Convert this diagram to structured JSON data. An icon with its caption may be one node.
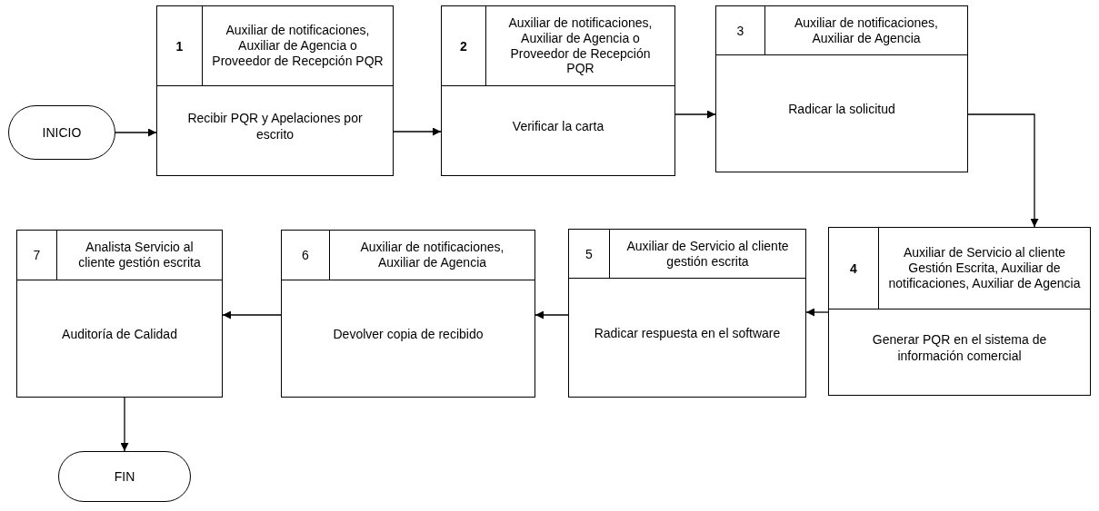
{
  "diagram": {
    "nodes": [
      {
        "text": [
          "INICIO"
        ]
      },
      {
        "text": [
          "1",
          "Auxiliar de notificaciones, Auxiliar de Agencia o Proveedor de Recepción PQR",
          "Recibir PQR y Apelaciones por escrito"
        ]
      },
      {
        "text": [
          "2",
          "Auxiliar de notificaciones, Auxiliar de Agencia o Proveedor de Recepción PQR",
          "Verificar la carta"
        ]
      },
      {
        "text": [
          "3",
          "Auxiliar de notificaciones, Auxiliar de Agencia",
          "Radicar la solicitud"
        ]
      },
      {
        "text": [
          "4",
          "Auxiliar de Servicio al cliente Gestión Escrita, Auxiliar de notificaciones, Auxiliar de Agencia",
          "Generar PQR en el sistema de información comercial"
        ]
      },
      {
        "text": [
          "5",
          "Auxiliar de Servicio al cliente gestión escrita",
          "Radicar respuesta en el software"
        ]
      },
      {
        "text": [
          "6",
          "Auxiliar de notificaciones, Auxiliar de Agencia",
          "Devolver copia de recibido"
        ]
      },
      {
        "text": [
          "7",
          "Analista Servicio al cliente gestión escrita",
          "Auditoría de Calidad"
        ]
      },
      {
        "text": [
          "FIN"
        ]
      }
    ],
    "edges": [
      {
        "from": 0,
        "to": 1,
        "arrow": "to"
      },
      {
        "from": 1,
        "to": 2,
        "arrow": "to"
      },
      {
        "from": 2,
        "to": 3,
        "arrow": "to"
      },
      {
        "from": 3,
        "to": 4,
        "arrow": "to"
      },
      {
        "from": 4,
        "to": 5,
        "arrow": "to"
      },
      {
        "from": 5,
        "to": 6,
        "arrow": "to"
      },
      {
        "from": 6,
        "to": 7,
        "arrow": "to"
      },
      {
        "from": 7,
        "to": 8,
        "arrow": "to"
      }
    ]
  }
}
